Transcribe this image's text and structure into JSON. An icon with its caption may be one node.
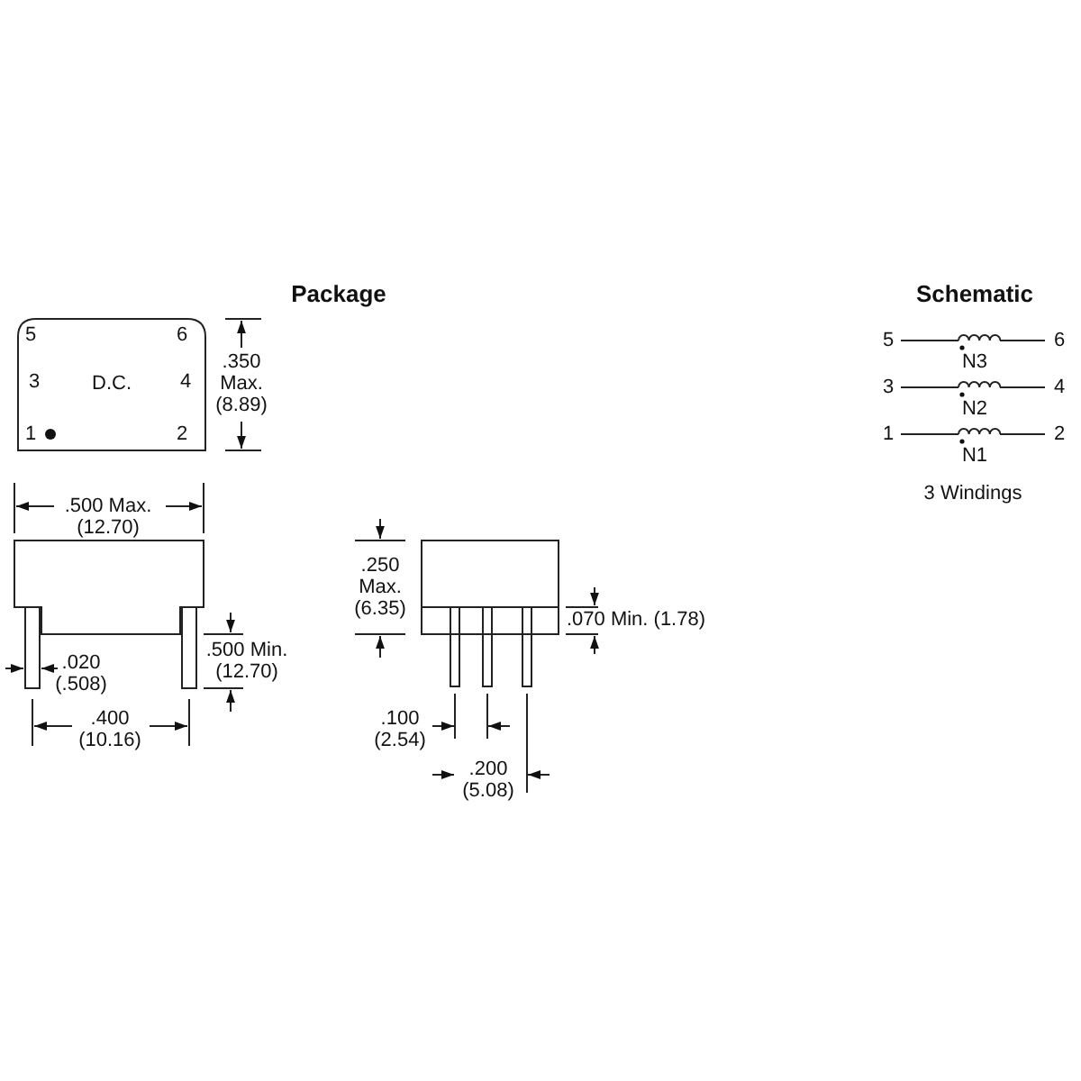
{
  "diagram": {
    "labels": [
      "Package",
      "Schematic",
      "5",
      "6",
      "3",
      "D.C.",
      "4",
      "1",
      "2",
      ".350 Max. (8.89)",
      "5",
      "6",
      "N3",
      "3",
      "4",
      "N2",
      "1",
      "2",
      "N1",
      "3 Windings",
      ".500 Max. (12.70)",
      ".250 Max. (6.35)",
      ".070 Min. (1.78)",
      ".020 (.508)",
      ".500 Min. (12.70)",
      ".400 (10.16)",
      ".100 (2.54)",
      ".200 (5.08)"
    ]
  }
}
